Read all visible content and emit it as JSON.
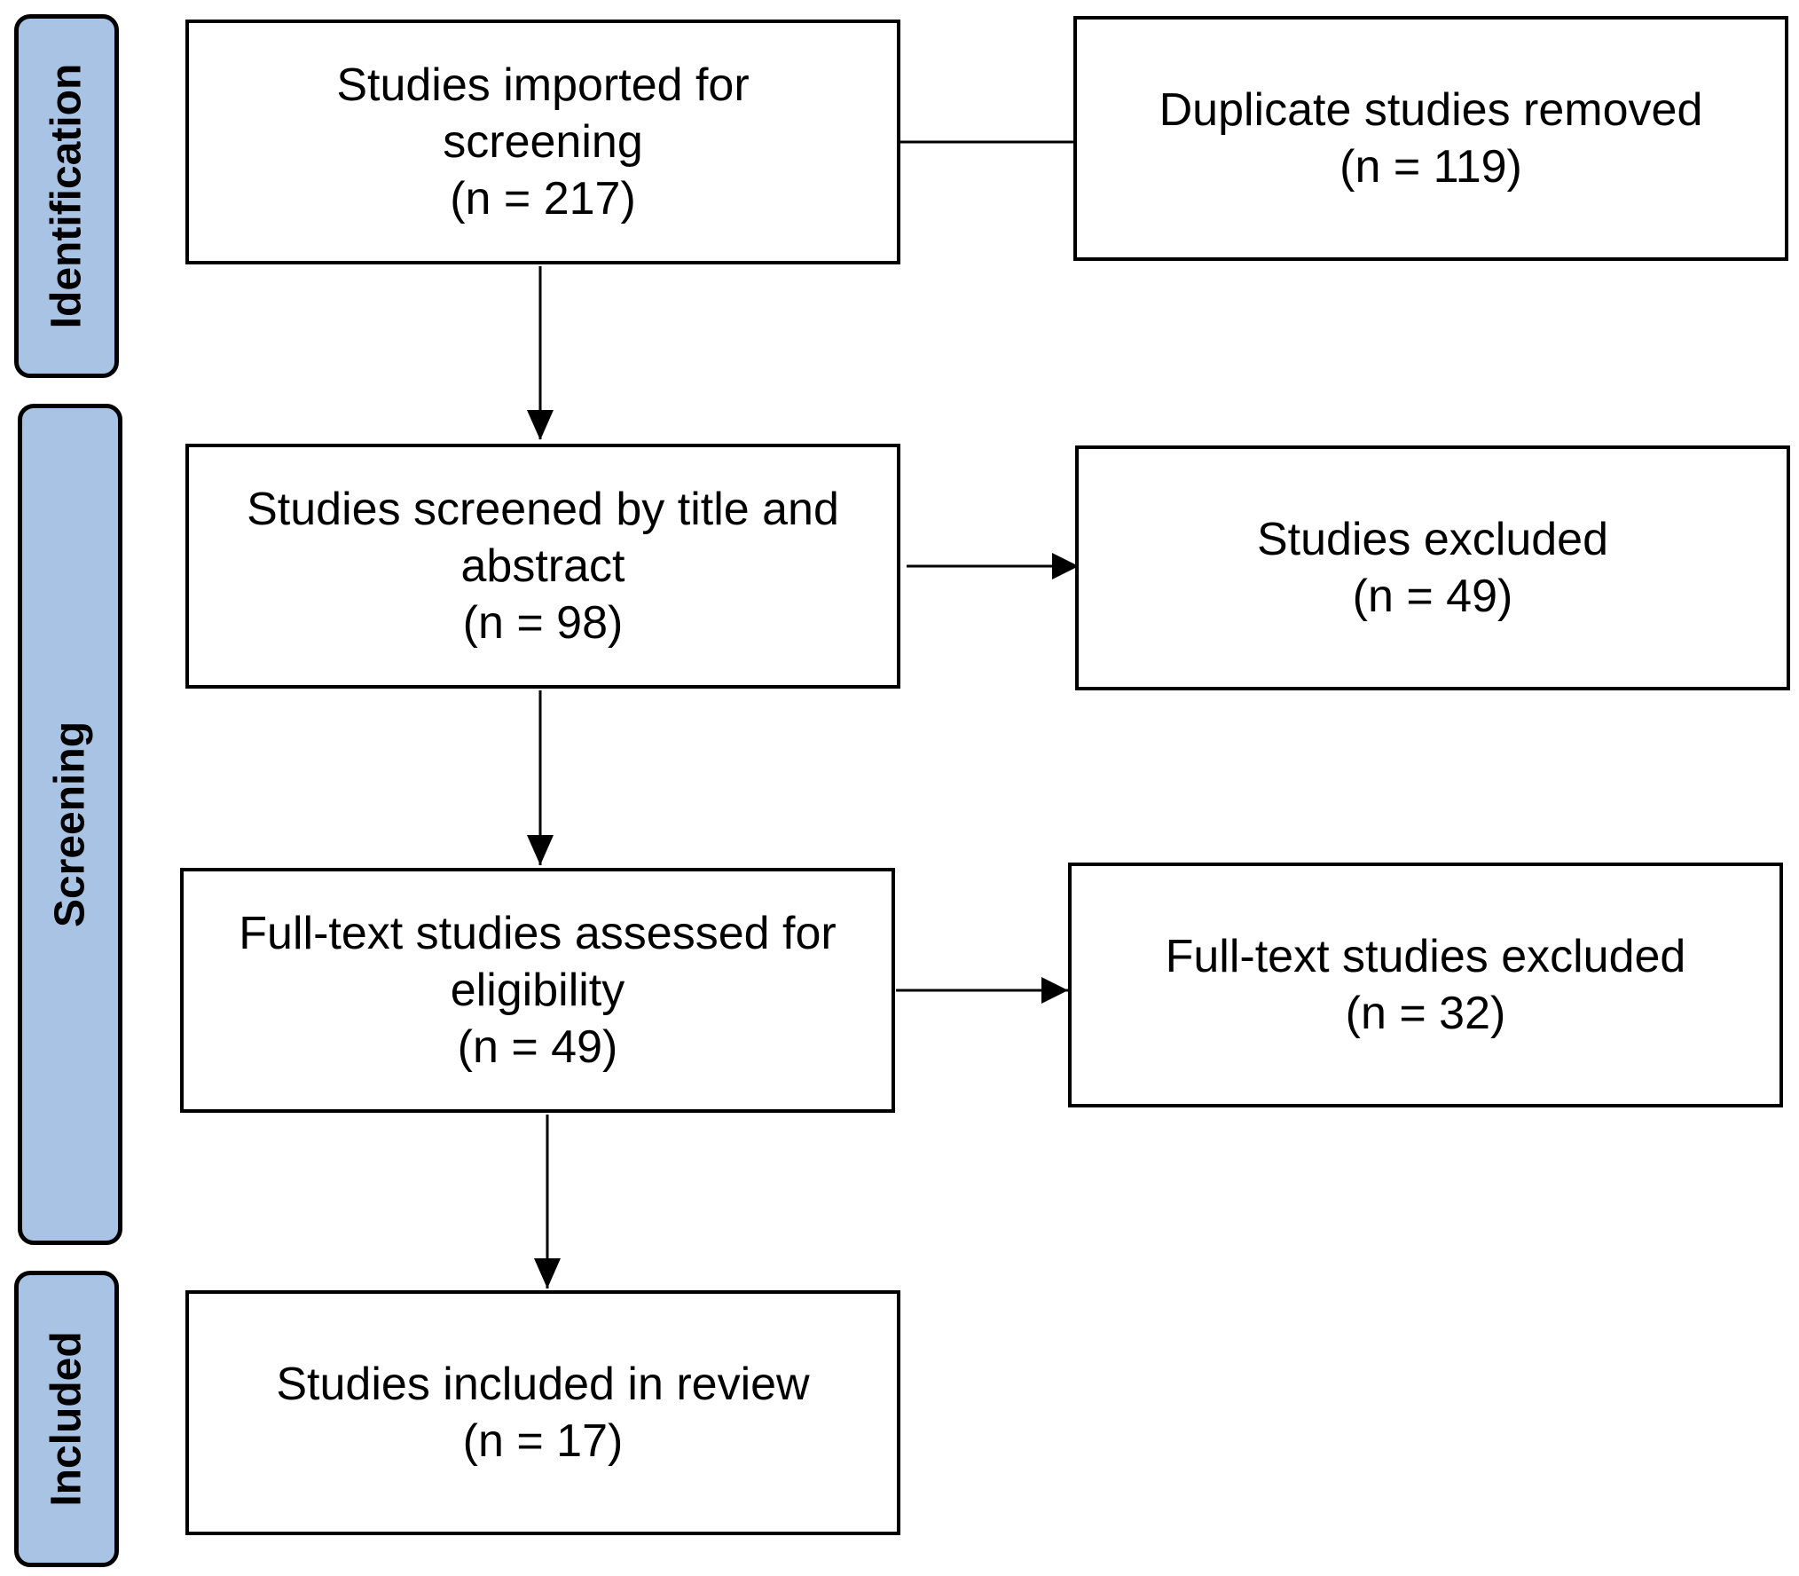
{
  "phases": {
    "identification": "Identification",
    "screening": "Screening",
    "included": "Included"
  },
  "boxes": {
    "imported": {
      "label": "Studies imported for screening",
      "count": "(n = 217)"
    },
    "duplicates": {
      "label": "Duplicate studies removed",
      "count": "(n = 119)"
    },
    "screened": {
      "label": "Studies screened by title and abstract",
      "count": "(n = 98)"
    },
    "excluded": {
      "label": "Studies excluded",
      "count": "(n = 49)"
    },
    "fulltext_assessed": {
      "label": "Full-text studies assessed for eligibility",
      "count": "(n = 49)"
    },
    "fulltext_excluded": {
      "label": "Full-text studies excluded",
      "count": "(n = 32)"
    },
    "included": {
      "label": "Studies included in review",
      "count": "(n = 17)"
    }
  },
  "colors": {
    "phase_fill": "#a8c3e3",
    "stroke": "#000000"
  }
}
